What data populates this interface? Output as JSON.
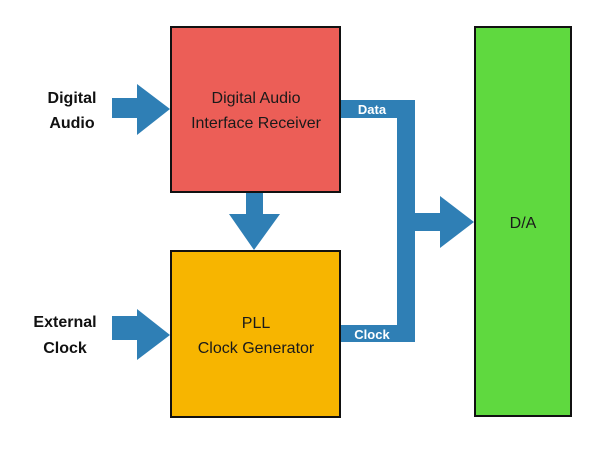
{
  "diagram": {
    "inputs": {
      "digital_audio": [
        "Digital",
        "Audio"
      ],
      "external_clock": [
        "External",
        "Clock"
      ]
    },
    "blocks": {
      "receiver": {
        "lines": [
          "Digital Audio",
          "Interface Receiver"
        ],
        "color": "#ec5e57"
      },
      "pll": {
        "lines": [
          "PLL",
          "Clock Generator"
        ],
        "color": "#f7b500"
      },
      "dac": {
        "lines": [
          "D/A"
        ],
        "color": "#5fd93f"
      }
    },
    "buses": {
      "data": "Data",
      "clock": "Clock"
    },
    "colors": {
      "arrow": "#2f7fb5",
      "border": "#111111"
    }
  }
}
